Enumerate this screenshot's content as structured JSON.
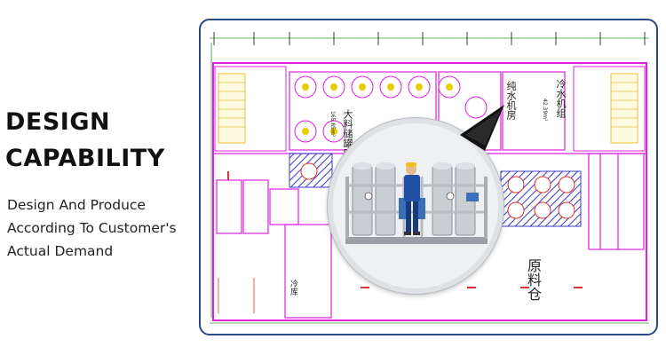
{
  "heading": {
    "line1": "DESIGN",
    "line2": "CAPABILITY"
  },
  "description": {
    "line1": "Design And Produce",
    "line2": "According To Customer's",
    "line3": "Actual Demand"
  },
  "floor_plan": {
    "labels": {
      "raw_tank_area": "大料储罐区",
      "pure_water_room": "纯水机房",
      "chiller": "冷水机组",
      "raw_warehouse": "原料仓",
      "cold_storage": "冷库",
      "chiller_area": "42.39m²",
      "tank_area": "165.85m²"
    }
  },
  "colors": {
    "frame": "#274a86",
    "walls": "#e020e0",
    "hatch": "#3c3cc8",
    "hazard": "#e03030",
    "dims": "#30a030"
  }
}
